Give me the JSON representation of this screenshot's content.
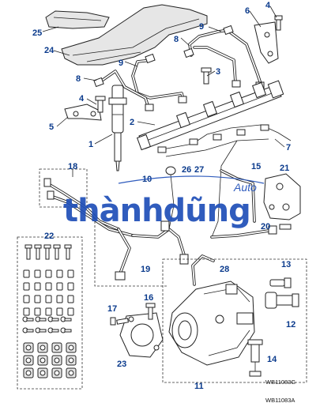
{
  "diagram": {
    "drawing_ref": "WB11083G",
    "drawing_ref_cropped": "WB11083A",
    "callouts": [
      "1",
      "2",
      "3",
      "4",
      "5",
      "6",
      "7",
      "8",
      "9",
      "10",
      "11",
      "12",
      "13",
      "14",
      "15",
      "16",
      "17",
      "18",
      "19",
      "20",
      "21",
      "22",
      "23",
      "24",
      "25",
      "26",
      "27",
      "28"
    ]
  },
  "watermark": {
    "main": "thànhdũng",
    "sub": "Auto"
  },
  "colors": {
    "callout": "#0a3a8c",
    "watermark": "#1f4fb8",
    "line": "#222222"
  }
}
